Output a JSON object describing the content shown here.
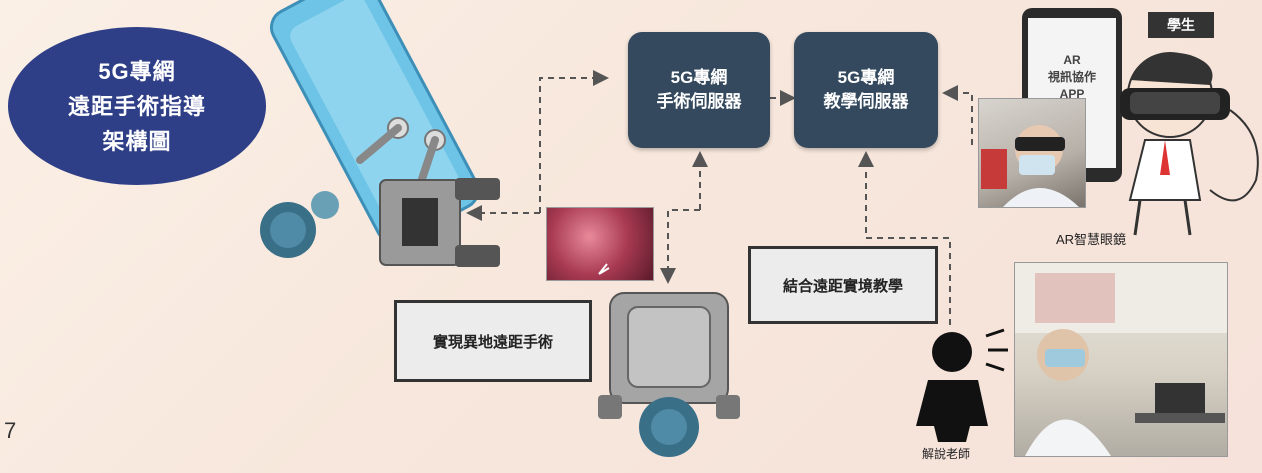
{
  "title": {
    "lines": [
      "5G專網",
      "遠距手術指導",
      "架構圖"
    ]
  },
  "servers": {
    "surgery": {
      "line1": "5G專網",
      "line2": "手術伺服器"
    },
    "teaching": {
      "line1": "5G專網",
      "line2": "教學伺服器"
    }
  },
  "notes": {
    "remote_surgery": "實現異地遠距手術",
    "remote_teaching": "結合遠距實境教學"
  },
  "tablet": {
    "lines": [
      "AR",
      "視訊協作",
      "APP"
    ]
  },
  "labels": {
    "student": "學生",
    "ar_glasses": "AR智慧眼鏡",
    "instructor": "解說老師"
  },
  "page_number": "7",
  "colors": {
    "title_bg": "#2f3f87",
    "server_bg": "#34495e",
    "arrow": "#555555",
    "drape": "#5bb7dc"
  }
}
